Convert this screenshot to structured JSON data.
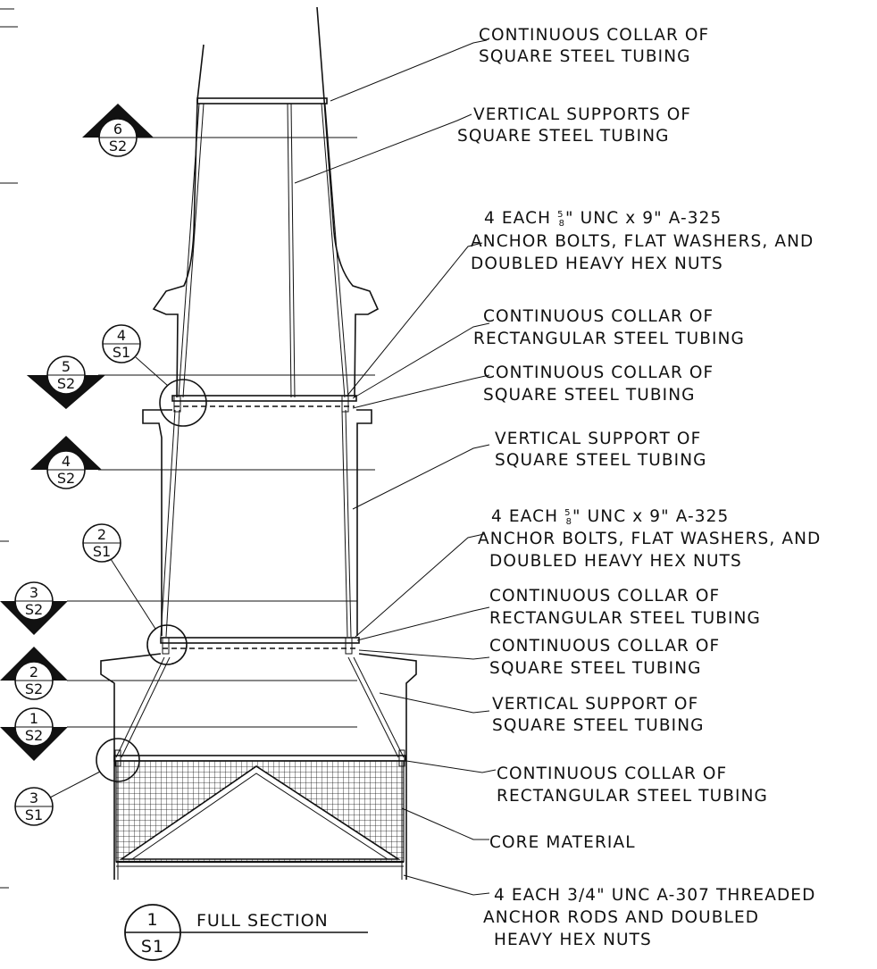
{
  "drawing": {
    "title": "FULL SECTION",
    "title_tag": {
      "number": "1",
      "sheet": "S1"
    }
  },
  "callouts": [
    {
      "line1": "CONTINUOUS COLLAR OF",
      "line2": "SQUARE STEEL TUBING"
    },
    {
      "line1": "VERTICAL SUPPORTS OF",
      "line2": "SQUARE STEEL TUBING"
    },
    {
      "line1_pre": "4 EACH ",
      "line1_post": "\" UNC x 9\" A-325",
      "frac_num": "5",
      "frac_den": "8",
      "line2": "ANCHOR BOLTS, FLAT WASHERS, AND",
      "line3": "DOUBLED HEAVY HEX NUTS"
    },
    {
      "line1": "CONTINUOUS COLLAR OF",
      "line2": "RECTANGULAR STEEL TUBING"
    },
    {
      "line1": "CONTINUOUS COLLAR OF",
      "line2": "SQUARE STEEL TUBING"
    },
    {
      "line1": "VERTICAL SUPPORT OF",
      "line2": "SQUARE STEEL TUBING"
    },
    {
      "line1_pre": "4 EACH ",
      "line1_post": "\" UNC x 9\" A-325",
      "frac_num": "5",
      "frac_den": "8",
      "line2": "ANCHOR BOLTS, FLAT WASHERS, AND",
      "line3": "DOUBLED HEAVY HEX NUTS"
    },
    {
      "line1": "CONTINUOUS COLLAR OF",
      "line2": "RECTANGULAR STEEL TUBING"
    },
    {
      "line1": "CONTINUOUS COLLAR OF",
      "line2": "SQUARE STEEL TUBING"
    },
    {
      "line1": "VERTICAL SUPPORT OF",
      "line2": "SQUARE STEEL TUBING"
    },
    {
      "line1": "CONTINUOUS COLLAR OF",
      "line2": "RECTANGULAR STEEL TUBING"
    },
    {
      "line1": "CORE MATERIAL"
    },
    {
      "line1": "4 EACH 3/4\" UNC A-307 THREADED",
      "line2": "ANCHOR RODS AND DOUBLED",
      "line3": "HEAVY HEX NUTS"
    }
  ],
  "section_markers": [
    {
      "number": "6",
      "sheet": "S2"
    },
    {
      "number": "5",
      "sheet": "S2"
    },
    {
      "number": "4",
      "sheet": "S2"
    },
    {
      "number": "3",
      "sheet": "S2"
    },
    {
      "number": "2",
      "sheet": "S2"
    },
    {
      "number": "1",
      "sheet": "S2"
    }
  ],
  "detail_tags": [
    {
      "number": "4",
      "sheet": "S1"
    },
    {
      "number": "2",
      "sheet": "S1"
    },
    {
      "number": "3",
      "sheet": "S1"
    }
  ]
}
